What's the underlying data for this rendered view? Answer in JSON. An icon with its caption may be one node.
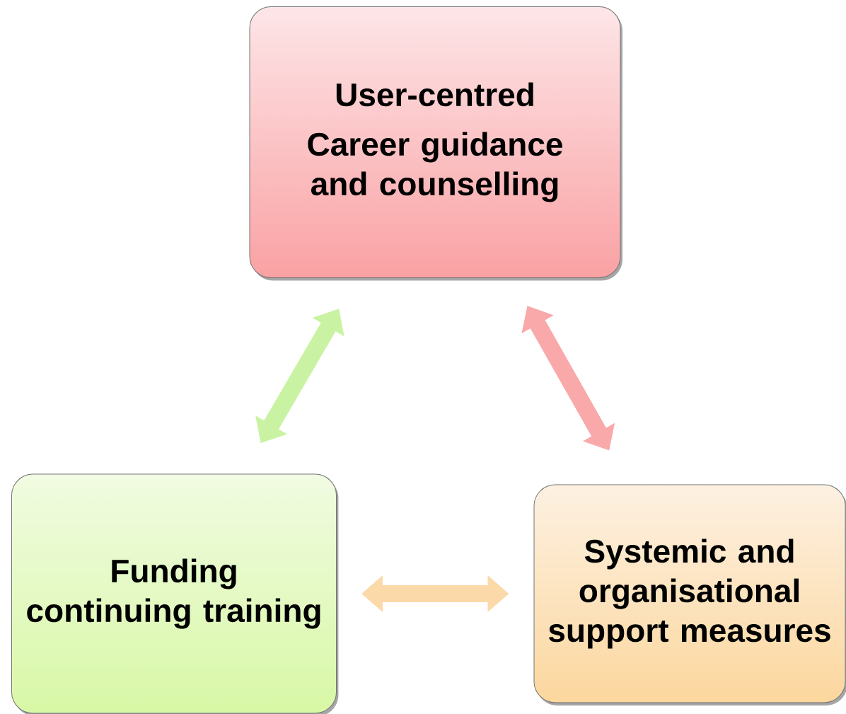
{
  "diagram": {
    "nodes": [
      {
        "text": [
          "User-centred",
          "Career guidance and counselling"
        ]
      },
      {
        "text": [
          "Funding continuing training"
        ]
      },
      {
        "text": [
          "Systemic and organisational support measures"
        ]
      }
    ],
    "edges": [
      {
        "from": 0,
        "to": 1,
        "arrow": "both",
        "color": "#c9f3a2"
      },
      {
        "from": 0,
        "to": 2,
        "arrow": "both",
        "color": "#f9a9aa"
      },
      {
        "from": 1,
        "to": 2,
        "arrow": "both",
        "color": "#fcd9a8"
      }
    ]
  }
}
